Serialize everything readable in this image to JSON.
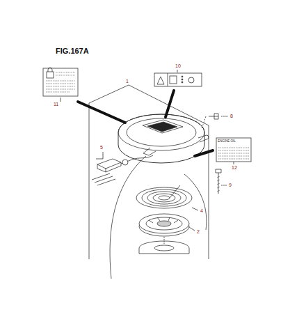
{
  "diagram": {
    "title": "FIG.167A",
    "labels": [
      "10",
      "1",
      "11",
      "8",
      "5",
      "12",
      "9",
      "4",
      "2",
      "ENGINE OIL"
    ]
  }
}
